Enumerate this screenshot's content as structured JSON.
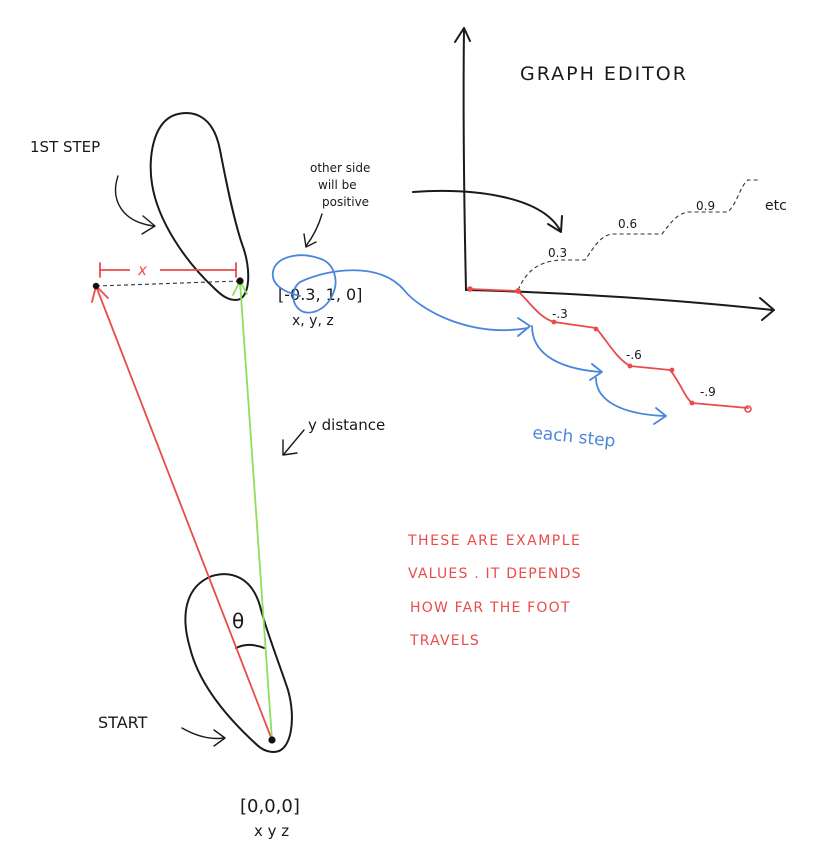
{
  "title": "GRAPH EDITOR",
  "labels": {
    "first_step": "1ST STEP",
    "start": "START",
    "x_axis_var": "x",
    "y_distance": "y distance",
    "theta": "θ",
    "other_side_line1": "other side",
    "other_side_line2": "will be",
    "other_side_line3": "positive",
    "etc": "etc",
    "each_step": "each step"
  },
  "coordinates": {
    "first_step_value": "[-0.3, 1, 0]",
    "first_step_axes": "x, y, z",
    "start_value": "[0,0,0]",
    "start_axes": "x y z"
  },
  "graph": {
    "positive_steps": [
      "0.3",
      "0.6",
      "0.9"
    ],
    "negative_steps": [
      "-.3",
      "-.6",
      "-.9"
    ]
  },
  "note": {
    "line1": "THESE ARE EXAMPLE",
    "line2": "VALUES . IT DEPENDS",
    "line3": "HOW FAR THE FOOT",
    "line4": "TRAVELS"
  },
  "colors": {
    "ink": "#1a1a1a",
    "red": "#ea4b4b",
    "green": "#8ee05a",
    "blue": "#4a86dc"
  }
}
